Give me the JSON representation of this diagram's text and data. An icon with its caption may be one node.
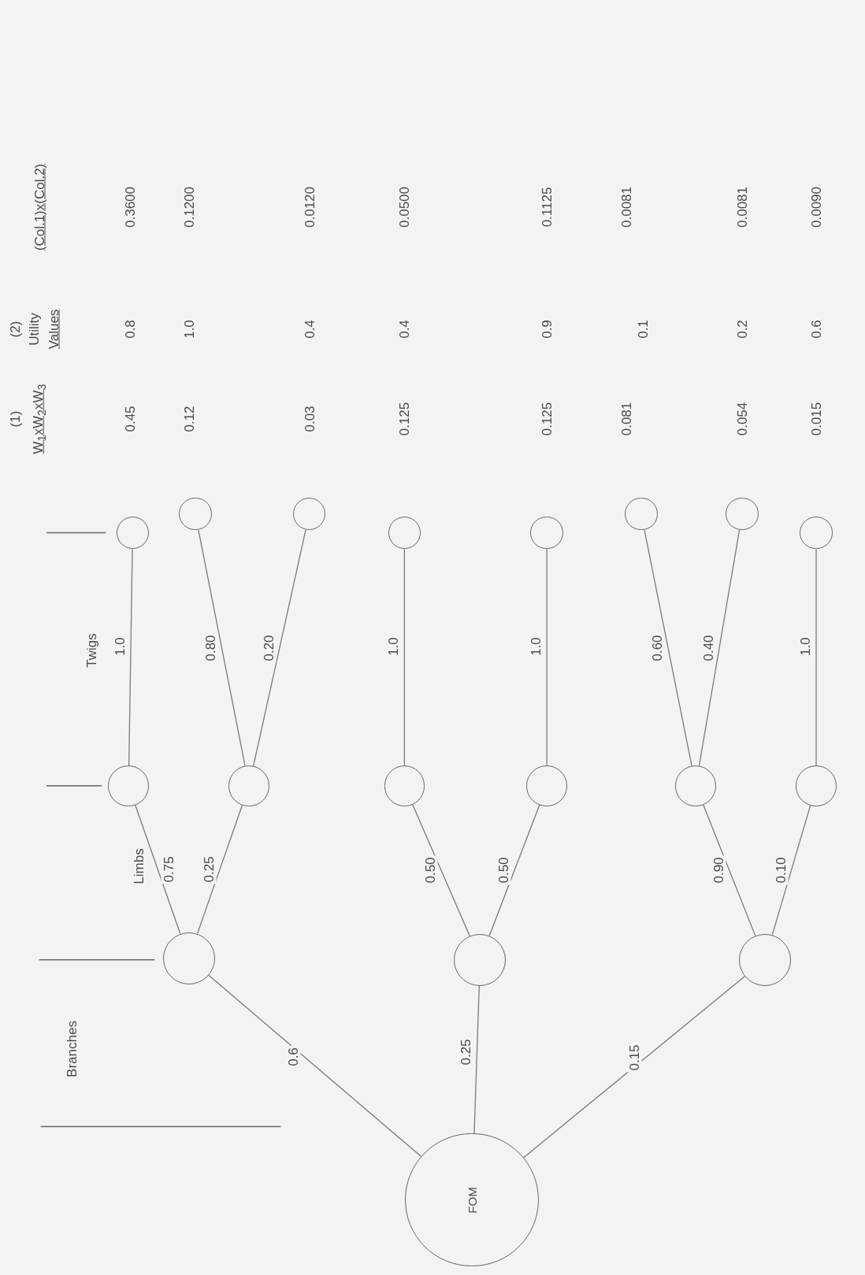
{
  "diagram": {
    "nodes": [
      {
        "text": [
          "FOM"
        ]
      },
      {
        "text": [],
        "shape": "circle"
      },
      {
        "text": [],
        "shape": "circle"
      },
      {
        "text": [],
        "shape": "circle"
      },
      {
        "text": [],
        "shape": "circle"
      },
      {
        "text": [],
        "shape": "circle"
      },
      {
        "text": [],
        "shape": "circle"
      },
      {
        "text": [],
        "shape": "circle"
      },
      {
        "text": [],
        "shape": "circle"
      },
      {
        "text": [],
        "shape": "circle"
      },
      {
        "text": [],
        "shape": "circle"
      },
      {
        "text": [],
        "shape": "circle"
      },
      {
        "text": [],
        "shape": "circle"
      },
      {
        "text": [],
        "shape": "circle"
      },
      {
        "text": [],
        "shape": "circle"
      },
      {
        "text": [],
        "shape": "circle"
      },
      {
        "text": [],
        "shape": "circle"
      },
      {
        "text": [],
        "shape": "circle"
      }
    ],
    "edges": [
      {
        "from": 0,
        "to": 1,
        "arrow": "none",
        "label": "0.6"
      },
      {
        "from": 0,
        "to": 2,
        "arrow": "none",
        "label": "0.25"
      },
      {
        "from": 0,
        "to": 3,
        "arrow": "none",
        "label": "0.15"
      },
      {
        "from": 1,
        "to": 4,
        "arrow": "none",
        "label": "0.75"
      },
      {
        "from": 1,
        "to": 5,
        "arrow": "none",
        "label": "0.25"
      },
      {
        "from": 2,
        "to": 6,
        "arrow": "none",
        "label": "0.50"
      },
      {
        "from": 2,
        "to": 7,
        "arrow": "none",
        "label": "0.50"
      },
      {
        "from": 3,
        "to": 8,
        "arrow": "none",
        "label": "0.90"
      },
      {
        "from": 3,
        "to": 9,
        "arrow": "none",
        "label": "0.10"
      },
      {
        "from": 4,
        "to": 10,
        "arrow": "none",
        "label": "1.0"
      },
      {
        "from": 5,
        "to": 11,
        "arrow": "none",
        "label": "0.80"
      },
      {
        "from": 5,
        "to": 12,
        "arrow": "none",
        "label": "0.20"
      },
      {
        "from": 6,
        "to": 13,
        "arrow": "none",
        "label": "1.0"
      },
      {
        "from": 7,
        "to": 14,
        "arrow": "none",
        "label": "1.0"
      },
      {
        "from": 8,
        "to": 15,
        "arrow": "none",
        "label": "0.60"
      },
      {
        "from": 8,
        "to": 16,
        "arrow": "none",
        "label": "0.40"
      },
      {
        "from": 9,
        "to": 17,
        "arrow": "none",
        "label": "1.0"
      }
    ],
    "labels": [
      "Branches",
      "Limbs",
      "Twigs",
      "(1)",
      "W$_{1}$xW$_{2}$xW$_{3}$",
      "(2)",
      "Utility",
      "Values",
      "(Col.1)x(Col.2)",
      "0.45",
      "0.8",
      "0.3600",
      "0.12",
      "1.0",
      "0.1200",
      "0.03",
      "0.4",
      "0.0120",
      "0.125",
      "0.4",
      "0.0500",
      "0.125",
      "0.9",
      "0.1125",
      "0.081",
      "0.1",
      "0.0081",
      "0.054",
      "0.2",
      "0.0081",
      "0.015",
      "0.6",
      "0.0090"
    ]
  }
}
